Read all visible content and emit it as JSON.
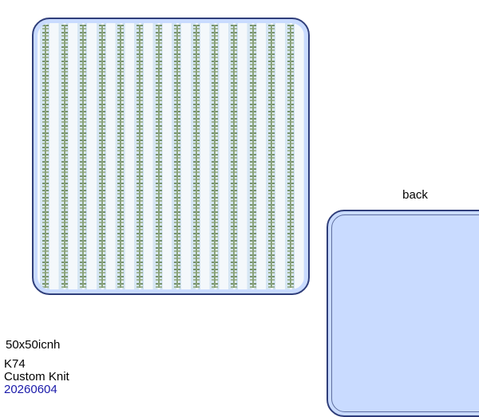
{
  "front": {
    "pattern_colors": {
      "stripe_light": "#f4f8fb",
      "stripe_blue": "#d6e6f3",
      "vine": "#6c8a5e"
    },
    "outline_color": "#2f3e7a",
    "fill_color": "#c9dbff"
  },
  "back": {
    "label": "back",
    "fill_color": "#c9dbff",
    "outline_color": "#2f3e7a"
  },
  "product": {
    "size": "50x50icnh",
    "code": "K74",
    "type": "Custom Knit",
    "date": "20260604",
    "date_color": "#1a1aaa"
  }
}
